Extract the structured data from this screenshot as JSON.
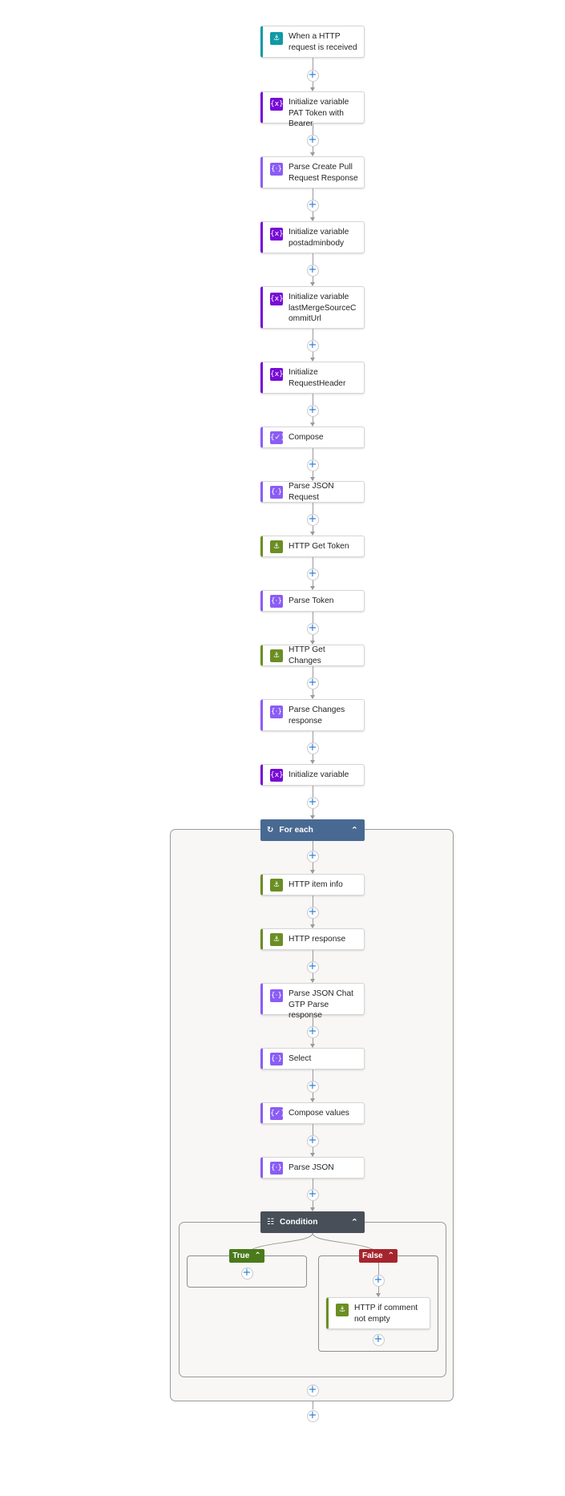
{
  "colors": {
    "http": "#6a8e23",
    "request": "#0f9aa5",
    "variable": "#770bd6",
    "dataops": "#8b5cf6",
    "foreach": "#486991",
    "condition": "#484f58",
    "true_branch": "#4a7a1b",
    "false_branch": "#a4262c",
    "connector": "#9a9a9a",
    "container_bg": "#f8f7f5",
    "plus_icon": "#1f7ad6"
  },
  "actions": [
    {
      "label": "When a HTTP request is received",
      "icon": "http-request-icon",
      "kind": "request"
    },
    {
      "label": "Initialize variable PAT Token with Bearer",
      "icon": "variable-icon",
      "kind": "variable"
    },
    {
      "label": "Parse Create Pull Request Response",
      "icon": "parse-json-icon",
      "kind": "dataops"
    },
    {
      "label": "Initialize variable postadminbody",
      "icon": "variable-icon",
      "kind": "variable"
    },
    {
      "label": "Initialize variable lastMergeSourceCommitUrl",
      "icon": "variable-icon",
      "kind": "variable"
    },
    {
      "label": "Initialize RequestHeader",
      "icon": "variable-icon",
      "kind": "variable"
    },
    {
      "label": "Compose",
      "icon": "compose-icon",
      "kind": "dataops"
    },
    {
      "label": "Parse JSON Request",
      "icon": "parse-json-icon",
      "kind": "dataops"
    },
    {
      "label": "HTTP Get Token",
      "icon": "http-icon",
      "kind": "http"
    },
    {
      "label": "Parse Token",
      "icon": "parse-json-icon",
      "kind": "dataops"
    },
    {
      "label": "HTTP Get Changes",
      "icon": "http-icon",
      "kind": "http"
    },
    {
      "label": "Parse Changes response",
      "icon": "parse-json-icon",
      "kind": "dataops"
    },
    {
      "label": "Initialize variable",
      "icon": "variable-icon",
      "kind": "variable"
    }
  ],
  "foreach": {
    "label": "For each",
    "icon": "loop-icon",
    "collapse_icon": "chevron-up-icon",
    "actions": [
      {
        "label": "HTTP item info",
        "icon": "http-icon",
        "kind": "http"
      },
      {
        "label": "HTTP response",
        "icon": "http-icon",
        "kind": "http"
      },
      {
        "label": "Parse JSON Chat GTP Parse response",
        "icon": "parse-json-icon",
        "kind": "dataops"
      },
      {
        "label": "Select",
        "icon": "select-icon",
        "kind": "dataops"
      },
      {
        "label": "Compose values",
        "icon": "compose-icon",
        "kind": "dataops"
      },
      {
        "label": "Parse JSON",
        "icon": "parse-json-icon",
        "kind": "dataops"
      }
    ],
    "condition": {
      "label": "Condition",
      "icon": "condition-icon",
      "collapse_icon": "chevron-up-icon",
      "true_branch": {
        "label": "True",
        "actions": []
      },
      "false_branch": {
        "label": "False",
        "actions": [
          {
            "label": "HTTP if comment not empty",
            "icon": "http-icon",
            "kind": "http"
          }
        ]
      }
    }
  },
  "add_action_icon": "plus-icon"
}
